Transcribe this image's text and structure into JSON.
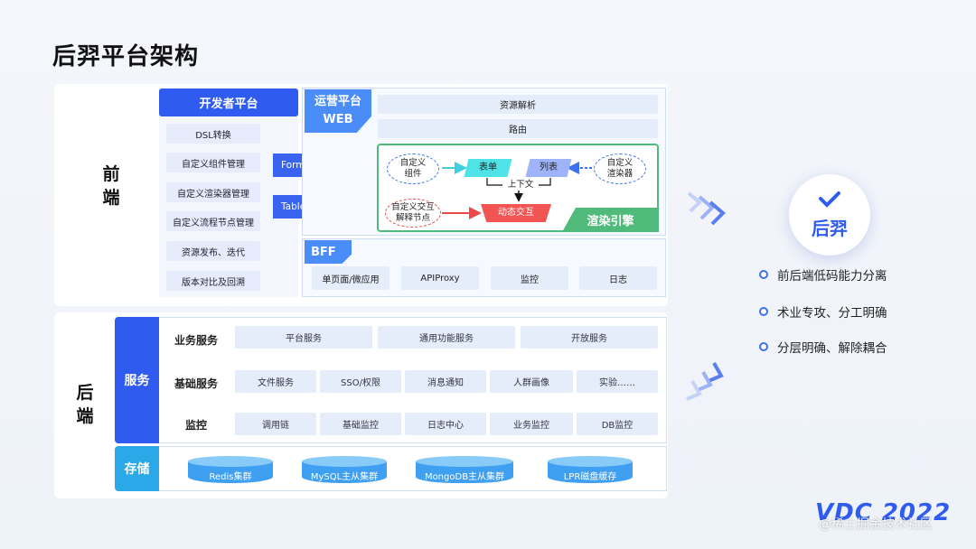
{
  "title": "后羿平台架构",
  "front": {
    "label_1": "前",
    "label_2": "端"
  },
  "back": {
    "label_1": "后",
    "label_2": "端"
  },
  "dev": {
    "head": "开发者平台",
    "items": [
      "DSL转换",
      "自定义组件管理",
      "自定义渲染器管理",
      "自定义流程节点管理",
      "资源发布、迭代",
      "版本对比及回溯"
    ]
  },
  "renders": [
    "FormRender",
    "TableRender"
  ],
  "ops": {
    "line1": "运营平台",
    "line2": "WEB"
  },
  "bars": [
    "资源解析",
    "路由"
  ],
  "engine": {
    "label": "渲染引擎",
    "custom_comp_1": "自定义",
    "custom_comp_2": "组件",
    "form": "表单",
    "list": "列表",
    "custom_render_1": "自定义",
    "custom_render_2": "渲染器",
    "context": "上下文",
    "custom_interact_1": "自定义交互",
    "custom_interact_2": "解释节点",
    "dynamic": "动态交互"
  },
  "bff": {
    "head": "BFF",
    "items": [
      "单页面/微应用",
      "APIProxy",
      "监控",
      "日志"
    ]
  },
  "services": {
    "head": "服务",
    "rows": [
      {
        "label": "业务服务",
        "cells": [
          "平台服务",
          "通用功能服务",
          "开放服务"
        ]
      },
      {
        "label": "基础服务",
        "cells": [
          "文件服务",
          "SSO/权限",
          "消息通知",
          "人群画像",
          "实验……"
        ]
      },
      {
        "label": "监控",
        "cells": [
          "调用链",
          "基础监控",
          "日志中心",
          "业务监控",
          "DB监控"
        ]
      }
    ]
  },
  "storage": {
    "head": "存储",
    "items": [
      "Redis集群",
      "MySQL主从集群",
      "MongoDB主从集群",
      "LPR磁盘缓存"
    ]
  },
  "brand": {
    "name": "后羿",
    "check_icon": "check-icon"
  },
  "bullets": [
    "前后端低码能力分离",
    "术业专攻、分工明确",
    "分层明确、解除耦合"
  ],
  "footer": {
    "logo": "VDC 2022",
    "watermark": "@稀土掘金技术社区"
  },
  "colors": {
    "primary": "#2f5bf0",
    "accent": "#4a8df8",
    "engine": "#4fba7a",
    "storage": "#2aa8e8"
  }
}
